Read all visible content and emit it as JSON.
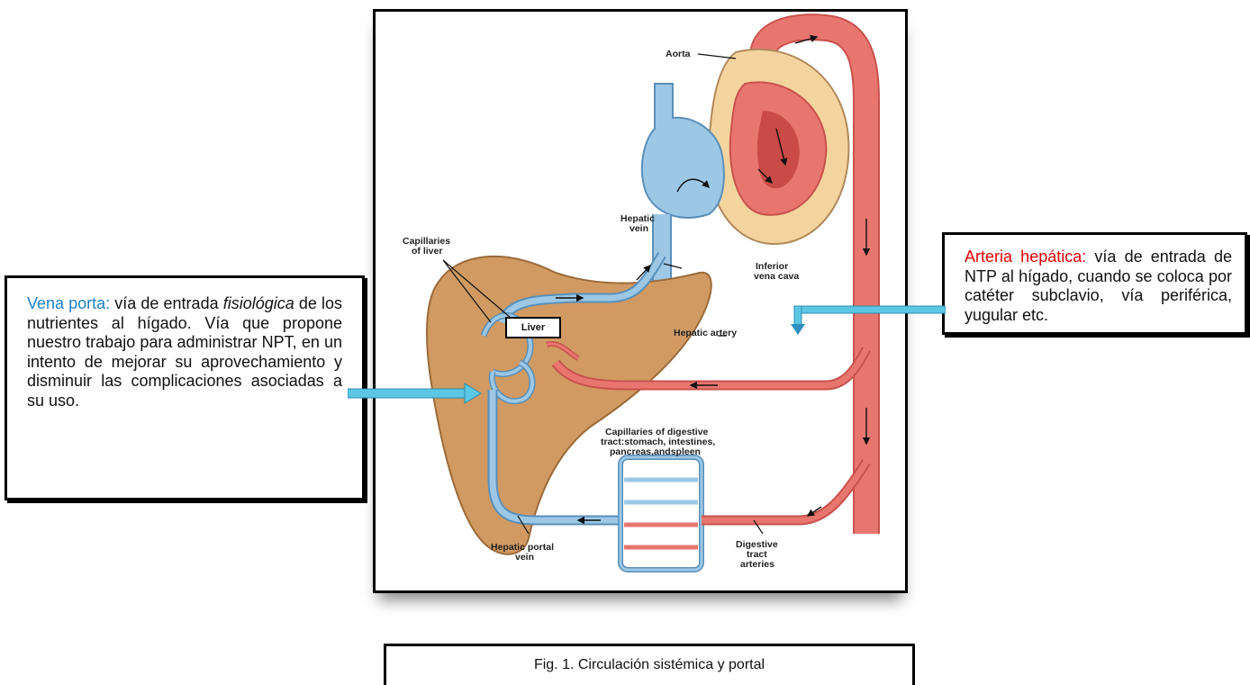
{
  "diagram": {
    "labels": {
      "aorta": "Aorta",
      "hepatic_vein_1": "Hepatic",
      "hepatic_vein_2": "vein",
      "capillaries_liver_1": "Capillaries",
      "capillaries_liver_2": "of liver",
      "inferior_vena_cava_1": "Inferior",
      "inferior_vena_cava_2": "vena cava",
      "liver": "Liver",
      "hepatic_artery": "Hepatic artery",
      "capillaries_digestive_1": "Capillaries of digestive",
      "capillaries_digestive_2": "tract:stomach, intestines,",
      "capillaries_digestive_3": "pancreas,andspleen",
      "hepatic_portal_vein_1": "Hepatic portal",
      "hepatic_portal_vein_2": "vein",
      "digestive_arteries_1": "Digestive",
      "digestive_arteries_2": "tract",
      "digestive_arteries_3": "arteries"
    },
    "colors": {
      "vein_blue": "#9cc8e6",
      "artery_red": "#e8766f",
      "liver_tan": "#d09a62",
      "heart_tan": "#f3d49e",
      "callout_arrow": "#5bc7e4"
    }
  },
  "callouts": {
    "left": {
      "title": "Vena porta:",
      "text1": " vía de entrada ",
      "italic": "fisiológica",
      "text2": " de los nutrientes al hígado. Vía que propone nuestro trabajo para administrar NPT, en un intento de mejorar su aprovechamiento y disminuir las complicaciones asociadas a su uso."
    },
    "right": {
      "title": "Arteria hepática:",
      "text": " vía de entrada de NTP al hígado, cuando se coloca por catéter subclavio, vía periférica, yugular etc."
    }
  },
  "caption": "Fig. 1. Circulación sistémica y portal"
}
